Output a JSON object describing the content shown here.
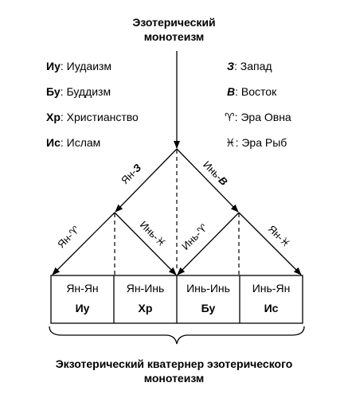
{
  "top": {
    "line1": "Эзотерический",
    "line2": "монотеизм"
  },
  "legend_left": [
    {
      "abbr": "Иу",
      "text": ": Иудаизм"
    },
    {
      "abbr": "Бу",
      "text": ": Буддизм"
    },
    {
      "abbr": "Хр",
      "text": ": Христианство"
    },
    {
      "abbr": "Ис",
      "text": ": Ислам"
    }
  ],
  "legend_right": [
    {
      "abbr": "З",
      "text": ": Запад",
      "italic": true
    },
    {
      "abbr": "В",
      "text": ": Восток",
      "italic": true
    },
    {
      "abbr": "♈",
      "text": ": Эра Овна",
      "italic": false
    },
    {
      "abbr": "♓",
      "text": ": Эра Рыб",
      "italic": false
    }
  ],
  "edges": {
    "yan_z_prefix": "Ян-",
    "yan_z_sym": "З",
    "yin_v_prefix": "Инь-",
    "yin_v_sym": "В",
    "yan_aries": "Ян-♈",
    "yin_pisces": "Инь-♓",
    "yin_aries": "Инь-♈",
    "yan_pisces": "Ян-♓"
  },
  "cells": [
    {
      "top": "Ян-Ян",
      "bottom": "Иу"
    },
    {
      "top": "Ян-Инь",
      "bottom": "Хр"
    },
    {
      "top": "Инь-Инь",
      "bottom": "Бу"
    },
    {
      "top": "Инь-Ян",
      "bottom": "Ис"
    }
  ],
  "bottom": {
    "line1": "Экзотерический кватернер эзотерического",
    "line2": "монотеизм"
  }
}
